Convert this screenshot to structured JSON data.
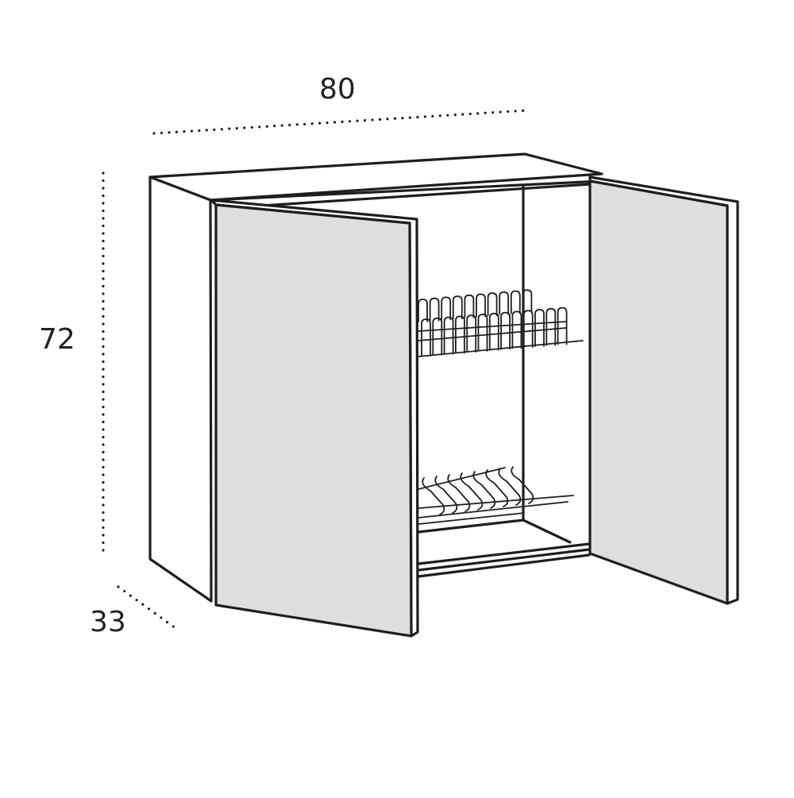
{
  "dimensions": {
    "width": "80",
    "height": "72",
    "depth": "33"
  },
  "colors": {
    "line": "#1e1e1e",
    "door_fill": "#dedede",
    "body_fill": "#ffffff"
  }
}
